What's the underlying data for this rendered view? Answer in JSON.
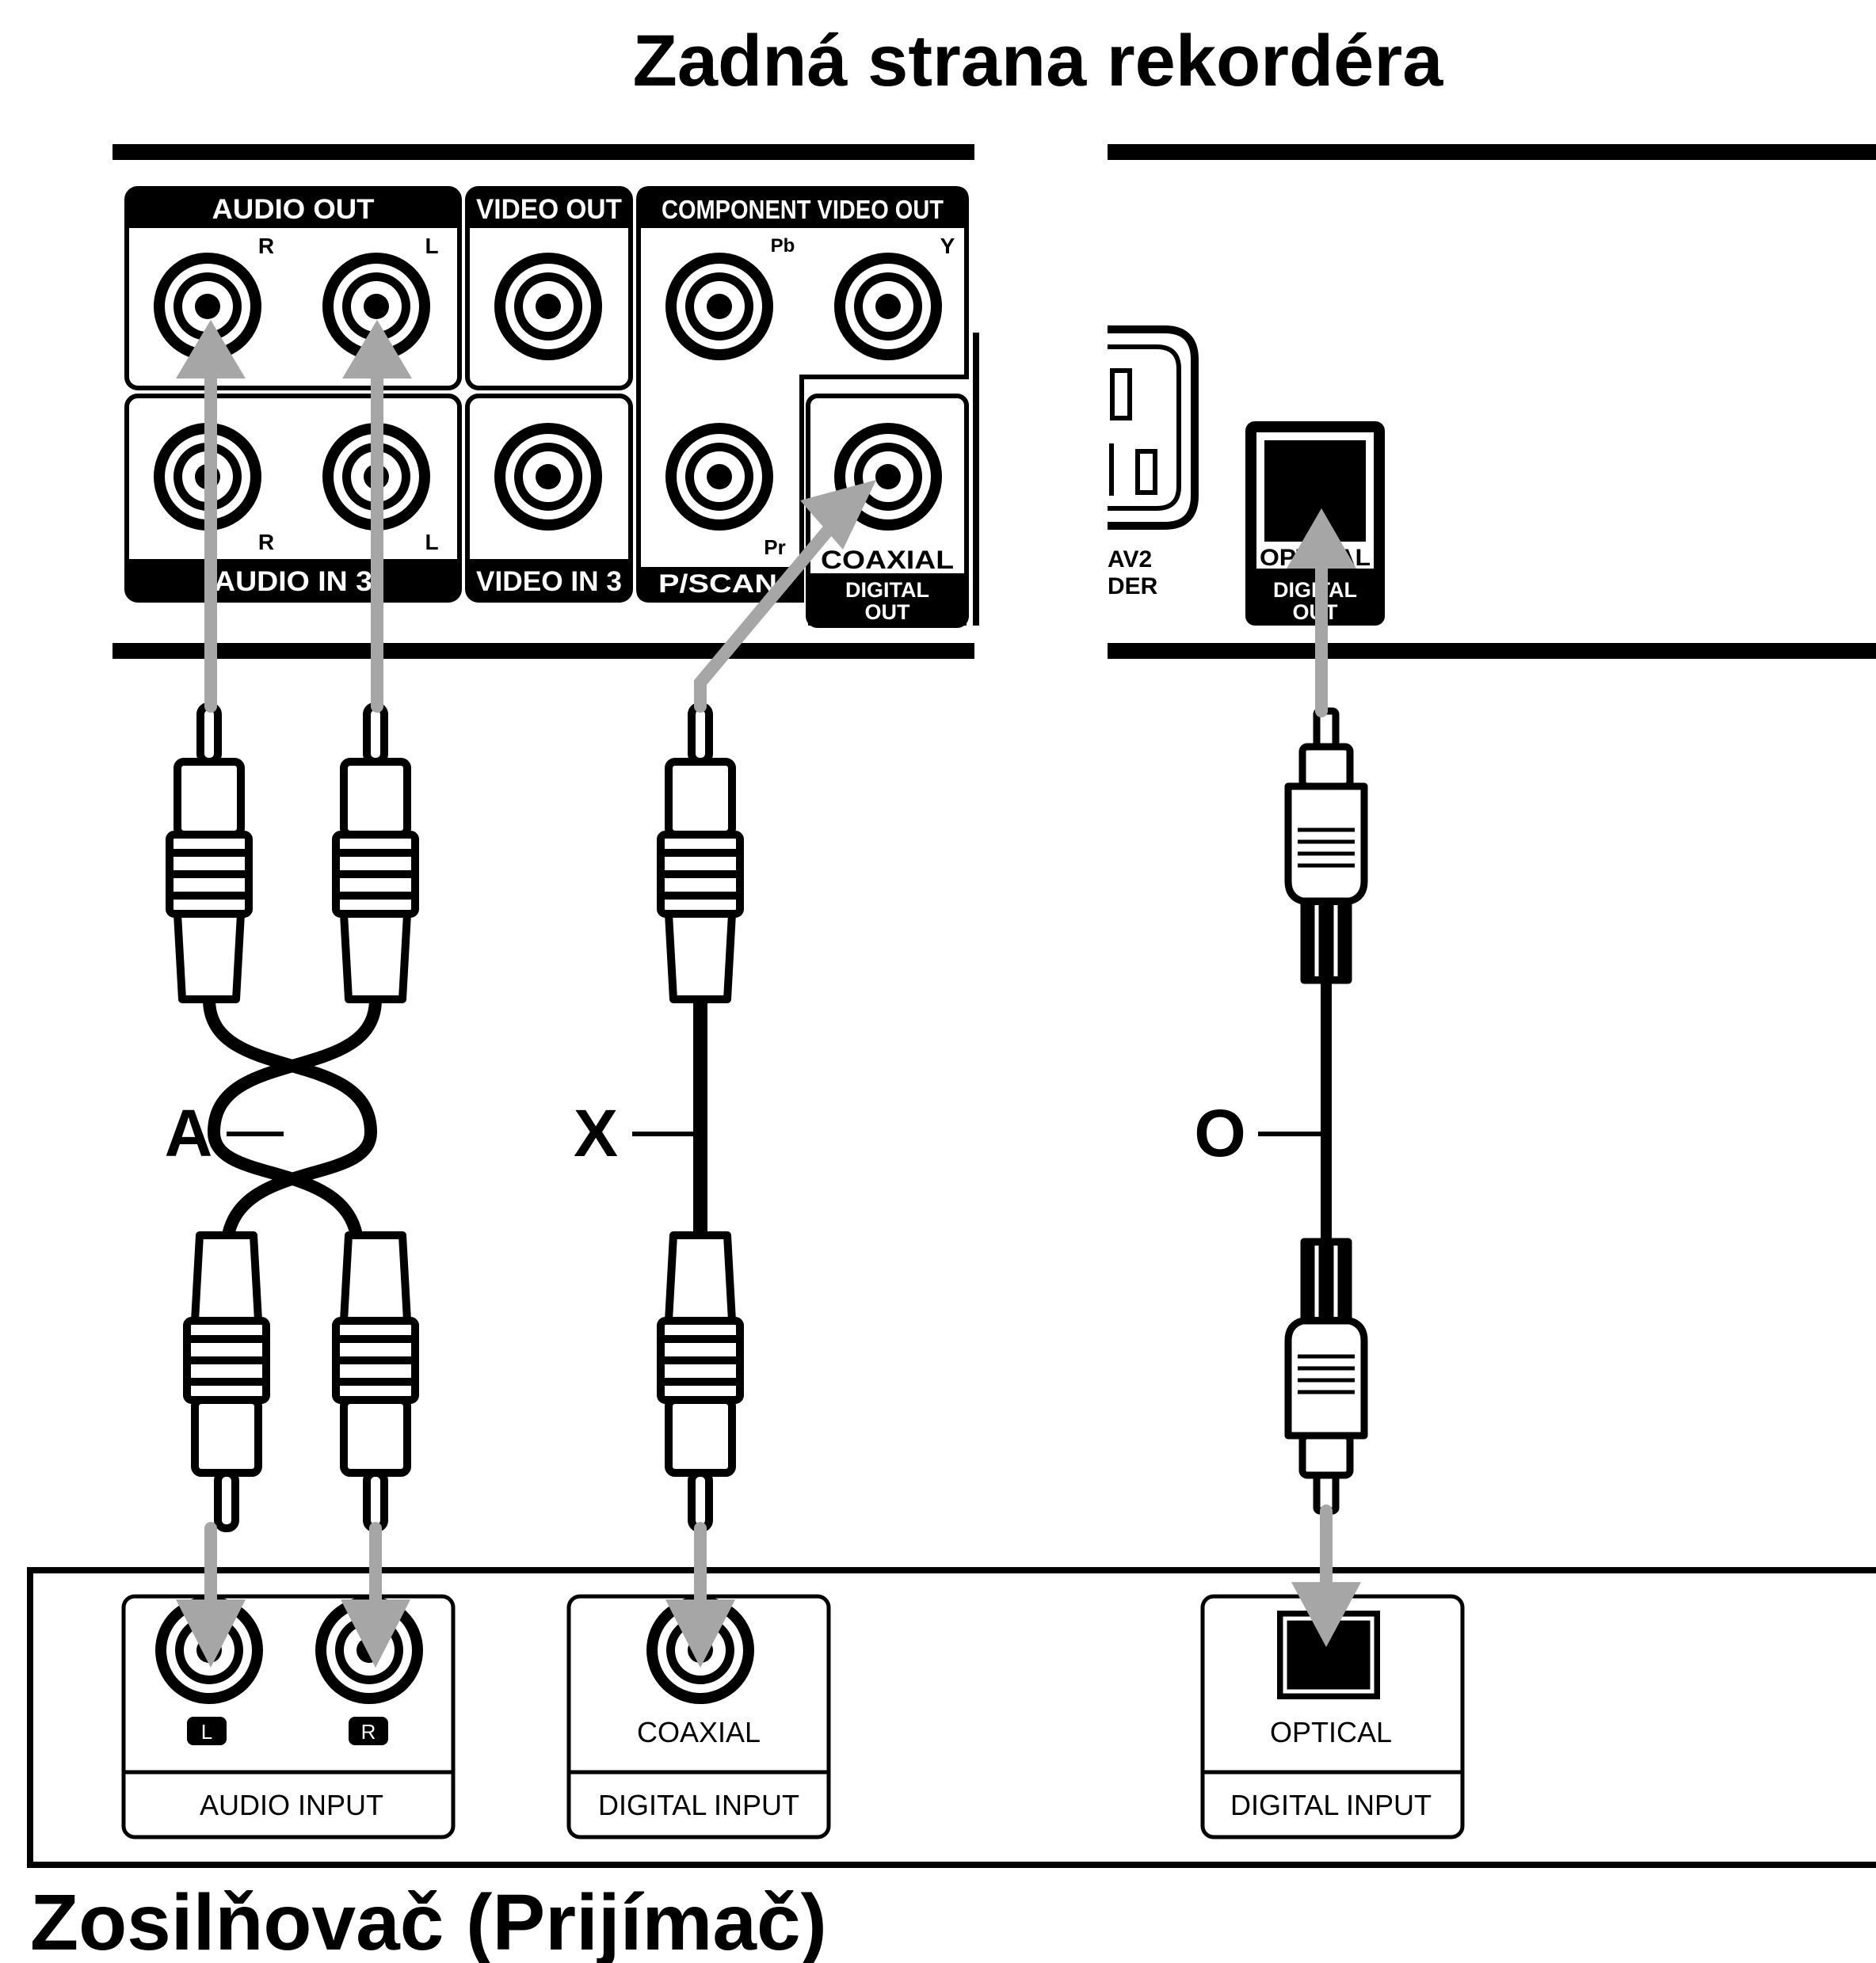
{
  "title": "Zadná strana rekordéra",
  "footer_title": "Zosilňovač (Prijímač)",
  "colors": {
    "ink": "#000000",
    "paper": "#ffffff",
    "arrow": "#a6a6a6"
  },
  "recorder": {
    "audio_out": {
      "label": "AUDIO OUT",
      "r": "R",
      "l": "L"
    },
    "video_out": {
      "label": "VIDEO OUT"
    },
    "component_video_out": {
      "label": "COMPONENT VIDEO OUT",
      "pb": "Pb",
      "y": "Y",
      "pr": "Pr",
      "pscan": "P/SCAN"
    },
    "audio_in3": {
      "label": "AUDIO IN 3",
      "r": "R",
      "l": "L"
    },
    "video_in3": {
      "label": "VIDEO IN 3"
    },
    "coaxial_out": {
      "label": "COAXIAL",
      "digital_line1": "DIGITAL",
      "digital_line2": "OUT"
    },
    "av2_partial": {
      "line1": "AV2",
      "line2": "DER"
    },
    "optical_out": {
      "label": "OPTICAL",
      "digital_line1": "DIGITAL",
      "digital_line2": "OUT"
    }
  },
  "cables": {
    "audio": "A",
    "coaxial": "X",
    "optical": "O"
  },
  "amplifier": {
    "audio_input": {
      "label": "AUDIO INPUT",
      "l": "L",
      "r": "R"
    },
    "coaxial_input": {
      "label": "COAXIAL",
      "group": "DIGITAL INPUT"
    },
    "optical_input": {
      "label": "OPTICAL",
      "group": "DIGITAL INPUT"
    }
  }
}
